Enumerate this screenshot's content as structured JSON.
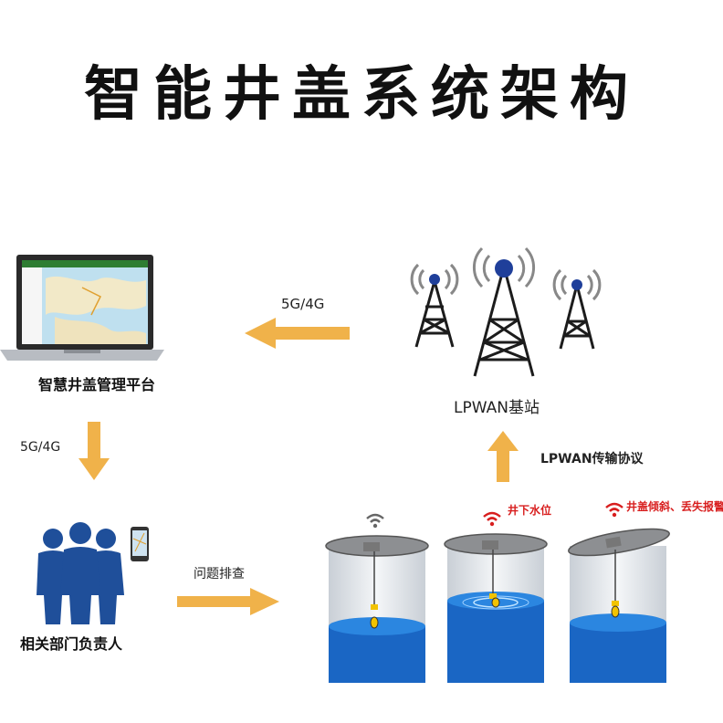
{
  "title": "智能井盖系统架构",
  "nodes": {
    "platform": "智慧井盖管理平台",
    "base_station": "LPWAN基站",
    "people": "相关部门负责人"
  },
  "links": {
    "bs_to_platform": "5G/4G",
    "platform_to_people": "5G/4G",
    "cover_to_bs": "LPWAN传输协议",
    "people_to_cover": "问题排查"
  },
  "alerts": {
    "water_level": "井下水位",
    "tilt_lost": "井盖倾斜、丢失报警"
  },
  "colors": {
    "arrow": "#f0b24a",
    "tower": "#1c1c1c",
    "tower_head": "#1f3f9a",
    "water": "#1a66c4",
    "alert": "#d81e1e",
    "people": "#1f4f9a"
  },
  "icons": [
    "laptop-icon",
    "tower-icon",
    "people-icon",
    "phone-icon",
    "wifi-icon",
    "manhole-icon",
    "arrow-icon"
  ]
}
